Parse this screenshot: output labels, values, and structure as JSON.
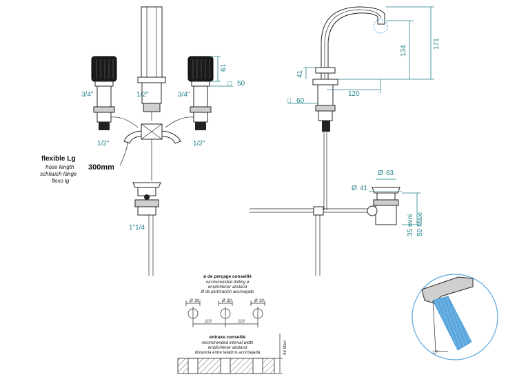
{
  "left_view": {
    "thread_left_top": "3/4\"",
    "thread_center": "1/2\"",
    "thread_right_top": "3/4\"",
    "thread_left_bottom": "1/2\"",
    "thread_right_bottom": "1/2\"",
    "dim_height": "61",
    "dim_square": "50",
    "square_symbol": "□",
    "hose_title": "flexible Lg",
    "hose_sub": [
      "hose length",
      "schlauch länge",
      "flexo lg"
    ],
    "hose_length": "300mm",
    "waste_thread": "1\"1/4"
  },
  "right_view": {
    "dim_171": "171",
    "dim_134": "134",
    "dim_41": "41",
    "dim_120": "120",
    "dim_60": "60",
    "square_symbol": "□",
    "diam_symbol": "Ø",
    "waste_63": "63",
    "waste_41": "41",
    "waste_min": "35 mini",
    "waste_max": "50 Maxi"
  },
  "drilling": {
    "title": "ø de perçage conseillé",
    "sub": [
      "recommended drilling ø",
      "empfohlener abstand",
      "Ø de perforación aconsejado"
    ],
    "diam_symbol": "Ø",
    "hole_d": "30",
    "spacing_1": "110",
    "spacing_2": "110"
  },
  "interval": {
    "title": "entraxe conseillé",
    "sub": [
      "recommended interval width",
      "empfohlener abstand",
      "distancia entre taladros aconsejada"
    ],
    "max_thickness": "56 Maxi"
  },
  "detail": {
    "angle": "15°"
  }
}
